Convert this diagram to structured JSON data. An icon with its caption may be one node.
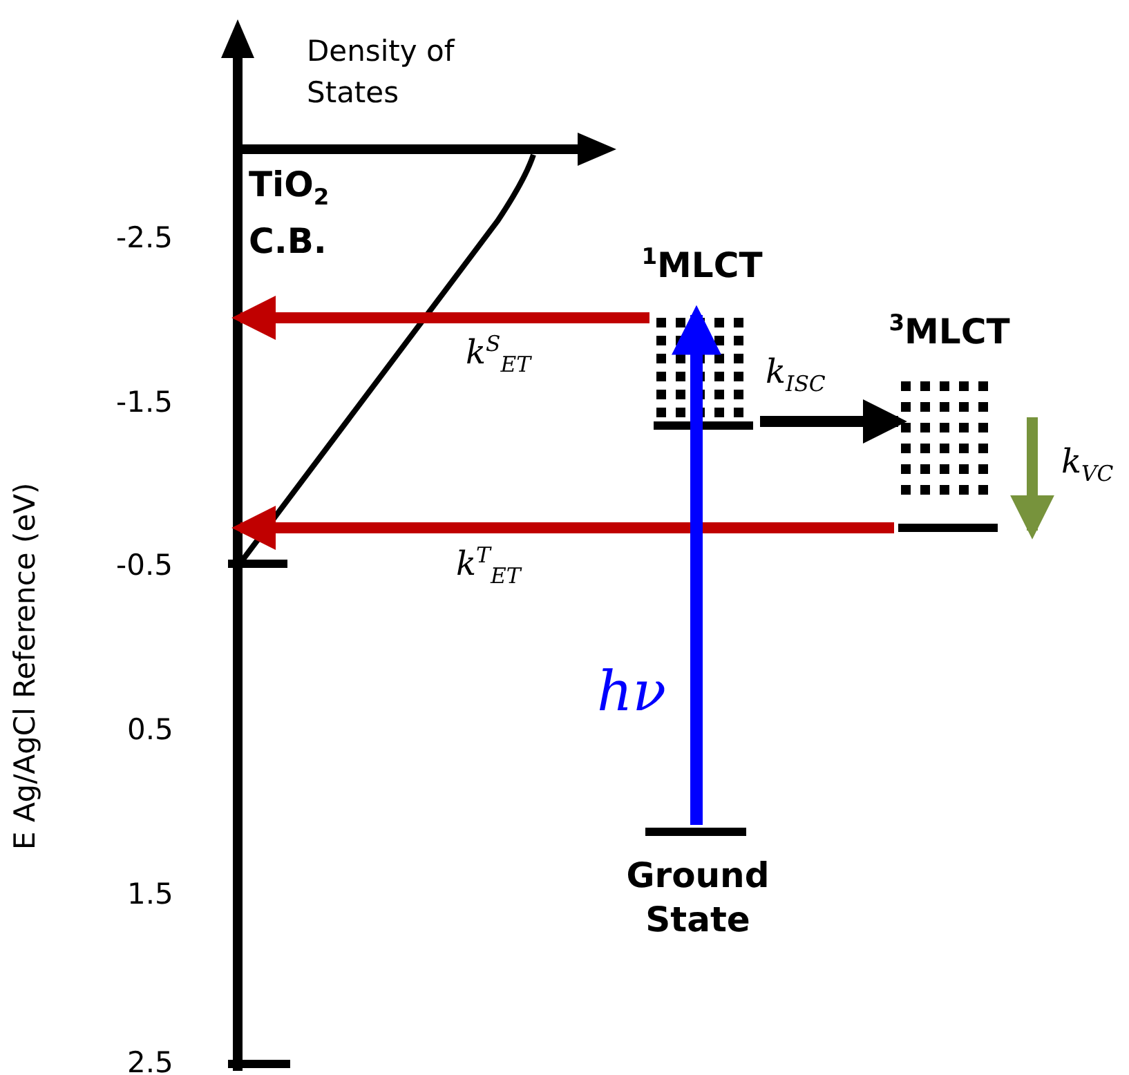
{
  "diagram": {
    "nodes": [
      {
        "text": [
          "Ground State"
        ]
      },
      {
        "text": [
          "$^{1}$MLCT"
        ]
      },
      {
        "text": [
          "$^{3}$MLCT"
        ]
      },
      {
        "text": [
          "TiO$_{2}$ C.B."
        ]
      }
    ],
    "edges": [
      {
        "from": 0,
        "to": 1,
        "arrow": "to",
        "label": "hν",
        "color": "#0000ff"
      },
      {
        "from": 1,
        "to": 2,
        "arrow": "to",
        "label": "k$_{ISC}$",
        "color": "#000000"
      },
      {
        "from": 1,
        "to": 3,
        "arrow": "to",
        "label": "k$^{S}$$_{ET}$",
        "color": "#c00000"
      },
      {
        "from": 2,
        "to": 3,
        "arrow": "to",
        "label": "k$^{T}$$_{ET}$",
        "color": "#c00000"
      },
      {
        "from": null,
        "to": 2,
        "arrow": "to",
        "label": "k$_{VC}$",
        "color": "#77933c"
      }
    ],
    "labels": [
      "Density of States",
      "-2.5",
      "-1.5",
      "-0.5",
      "0.5",
      "1.5",
      "2.5",
      "E Ag/AgCl Reference (eV)"
    ]
  }
}
